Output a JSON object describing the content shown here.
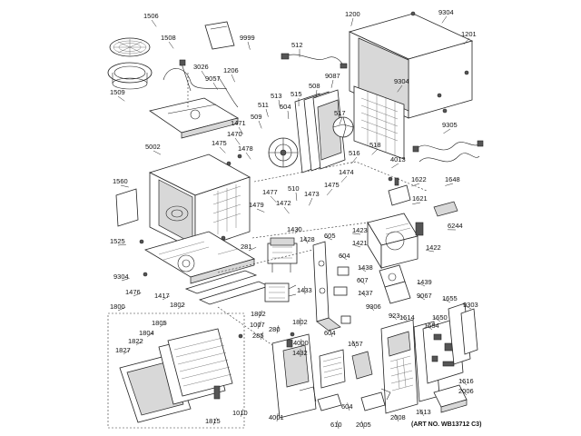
{
  "diagram": {
    "art_number": "(ART NO. WB13712 C3)",
    "callouts": [
      {
        "id": "1506",
        "text": "1506"
      },
      {
        "id": "1508",
        "text": "1508"
      },
      {
        "id": "1509",
        "text": "1509"
      },
      {
        "id": "9999",
        "text": "9999"
      },
      {
        "id": "1200",
        "text": "1200"
      },
      {
        "id": "9304a",
        "text": "9304"
      },
      {
        "id": "1201",
        "text": "1201"
      },
      {
        "id": "512",
        "text": "512"
      },
      {
        "id": "3026",
        "text": "3026"
      },
      {
        "id": "9057",
        "text": "9057"
      },
      {
        "id": "1206",
        "text": "1206"
      },
      {
        "id": "9087",
        "text": "9087"
      },
      {
        "id": "508",
        "text": "508"
      },
      {
        "id": "9304b",
        "text": "9304"
      },
      {
        "id": "9305",
        "text": "9305"
      },
      {
        "id": "511",
        "text": "511"
      },
      {
        "id": "513",
        "text": "513"
      },
      {
        "id": "504",
        "text": "504"
      },
      {
        "id": "515",
        "text": "515"
      },
      {
        "id": "1471",
        "text": "1471"
      },
      {
        "id": "509",
        "text": "509"
      },
      {
        "id": "1470",
        "text": "1470"
      },
      {
        "id": "517",
        "text": "517"
      },
      {
        "id": "518",
        "text": "518"
      },
      {
        "id": "5002",
        "text": "5002"
      },
      {
        "id": "1475a",
        "text": "1475"
      },
      {
        "id": "1478",
        "text": "1478"
      },
      {
        "id": "516",
        "text": "516"
      },
      {
        "id": "4013",
        "text": "4013"
      },
      {
        "id": "1648",
        "text": "1648"
      },
      {
        "id": "1474",
        "text": "1474"
      },
      {
        "id": "1475b",
        "text": "1475"
      },
      {
        "id": "1622",
        "text": "1622"
      },
      {
        "id": "1560",
        "text": "1560"
      },
      {
        "id": "1477",
        "text": "1477"
      },
      {
        "id": "510",
        "text": "510"
      },
      {
        "id": "1473",
        "text": "1473"
      },
      {
        "id": "1472",
        "text": "1472"
      },
      {
        "id": "1479",
        "text": "1479"
      },
      {
        "id": "1621",
        "text": "1621"
      },
      {
        "id": "6244",
        "text": "6244"
      },
      {
        "id": "1430",
        "text": "1430"
      },
      {
        "id": "605",
        "text": "605"
      },
      {
        "id": "1423",
        "text": "1423"
      },
      {
        "id": "1428",
        "text": "1428"
      },
      {
        "id": "1421",
        "text": "1421"
      },
      {
        "id": "1422",
        "text": "1422"
      },
      {
        "id": "1525",
        "text": "1525"
      },
      {
        "id": "281",
        "text": "281"
      },
      {
        "id": "604a",
        "text": "604"
      },
      {
        "id": "9304c",
        "text": "9304"
      },
      {
        "id": "1438",
        "text": "1438"
      },
      {
        "id": "1439",
        "text": "1439"
      },
      {
        "id": "1476",
        "text": "1476"
      },
      {
        "id": "1417",
        "text": "1417"
      },
      {
        "id": "1433",
        "text": "1433"
      },
      {
        "id": "607",
        "text": "607"
      },
      {
        "id": "1437",
        "text": "1437"
      },
      {
        "id": "9067",
        "text": "9067"
      },
      {
        "id": "1802a",
        "text": "1802"
      },
      {
        "id": "1655",
        "text": "1655"
      },
      {
        "id": "9303",
        "text": "9303"
      },
      {
        "id": "9306",
        "text": "9306"
      },
      {
        "id": "1800",
        "text": "1800"
      },
      {
        "id": "923",
        "text": "923"
      },
      {
        "id": "1614",
        "text": "1614"
      },
      {
        "id": "1650",
        "text": "1650"
      },
      {
        "id": "1802b",
        "text": "1802"
      },
      {
        "id": "1805",
        "text": "1805"
      },
      {
        "id": "1007",
        "text": "1007"
      },
      {
        "id": "1802c",
        "text": "1802"
      },
      {
        "id": "1654",
        "text": "1654"
      },
      {
        "id": "1804",
        "text": "1804"
      },
      {
        "id": "280",
        "text": "280"
      },
      {
        "id": "604b",
        "text": "604"
      },
      {
        "id": "1822",
        "text": "1822"
      },
      {
        "id": "285",
        "text": "285"
      },
      {
        "id": "4000",
        "text": "4000"
      },
      {
        "id": "1657",
        "text": "1657"
      },
      {
        "id": "1827",
        "text": "1827"
      },
      {
        "id": "1432",
        "text": "1432"
      },
      {
        "id": "1616",
        "text": "1616"
      },
      {
        "id": "2006",
        "text": "2006"
      },
      {
        "id": "1010",
        "text": "1010"
      },
      {
        "id": "1613",
        "text": "1613"
      },
      {
        "id": "604c",
        "text": "604"
      },
      {
        "id": "4001",
        "text": "4001"
      },
      {
        "id": "1815",
        "text": "1815"
      },
      {
        "id": "610",
        "text": "610"
      },
      {
        "id": "2005",
        "text": "2005"
      },
      {
        "id": "2008",
        "text": "2008"
      }
    ]
  }
}
